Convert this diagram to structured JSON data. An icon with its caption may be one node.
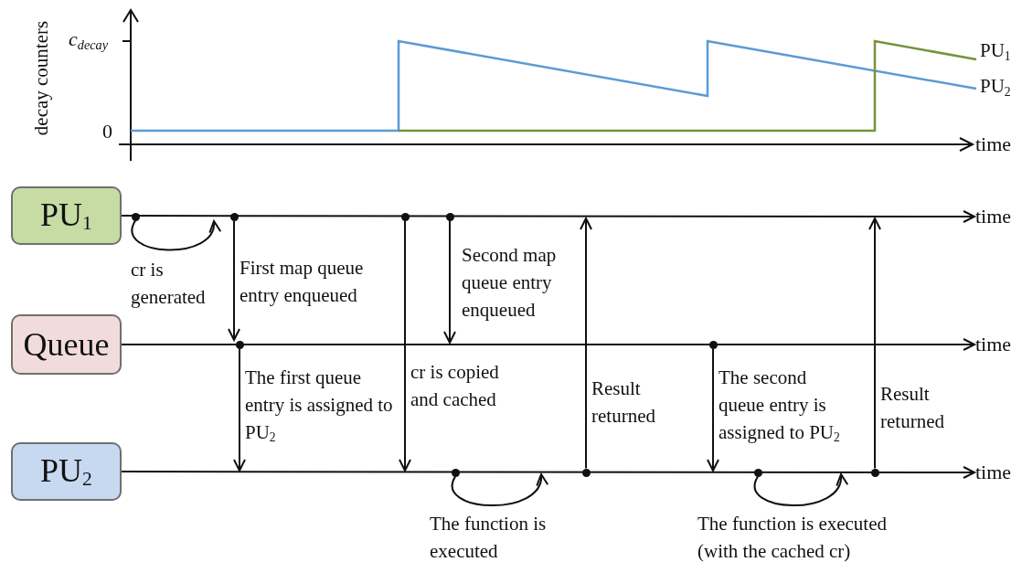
{
  "diagram": {
    "nodes": [
      {
        "text": [
          "PU$_{1}$"
        ]
      },
      {
        "text": [
          "Queue"
        ]
      },
      {
        "text": [
          "PU$_{2}$"
        ]
      },
      {
        "text": [],
        "shape": "circle"
      },
      {
        "text": [],
        "shape": "circle"
      },
      {
        "text": [],
        "shape": "circle"
      },
      {
        "text": [],
        "shape": "circle"
      },
      {
        "text": [],
        "shape": "circle"
      },
      {
        "text": [],
        "shape": "circle"
      },
      {
        "text": [],
        "shape": "circle"
      },
      {
        "text": [],
        "shape": "circle"
      },
      {
        "text": [],
        "shape": "circle"
      },
      {
        "text": [],
        "shape": "circle"
      },
      {
        "text": [
          "time"
        ]
      },
      {
        "text": [
          "time"
        ]
      },
      {
        "text": [
          "time"
        ]
      }
    ],
    "edges": [
      {
        "from": 0,
        "to": 13,
        "arrow": "to"
      },
      {
        "from": 1,
        "to": 14,
        "arrow": "to"
      },
      {
        "from": 2,
        "to": 15,
        "arrow": "to"
      },
      {
        "from": 3,
        "to": 4,
        "arrow": "to",
        "label": "cr is generated"
      },
      {
        "from": 4,
        "to": 5,
        "arrow": "to",
        "label": "First map queue entry enqueued"
      },
      {
        "from": 5,
        "to": null,
        "arrow": "to",
        "label": "The first queue entry is assigned to PU$_{2}$"
      },
      {
        "from": 6,
        "to": null,
        "arrow": "to",
        "label": "cr is copied and cached"
      },
      {
        "from": 7,
        "to": null,
        "arrow": "to",
        "label": "Second map queue entry enqueued"
      },
      {
        "from": 8,
        "to": null,
        "arrow": "to",
        "label": "The function is executed"
      },
      {
        "from": 9,
        "to": null,
        "arrow": "to",
        "label": "Result returned"
      },
      {
        "from": 10,
        "to": null,
        "arrow": "to",
        "label": "The second queue entry is assigned to PU$_{2}$"
      },
      {
        "from": 11,
        "to": null,
        "arrow": "to",
        "label": "The function is executed (with the cached cr)"
      },
      {
        "from": 12,
        "to": null,
        "arrow": "to",
        "label": "Result returned"
      }
    ],
    "labels": [
      "decay counters",
      "c$_{decay}$",
      "PU$_{1}$",
      "PU$_{2}$",
      "0",
      "time"
    ]
  }
}
